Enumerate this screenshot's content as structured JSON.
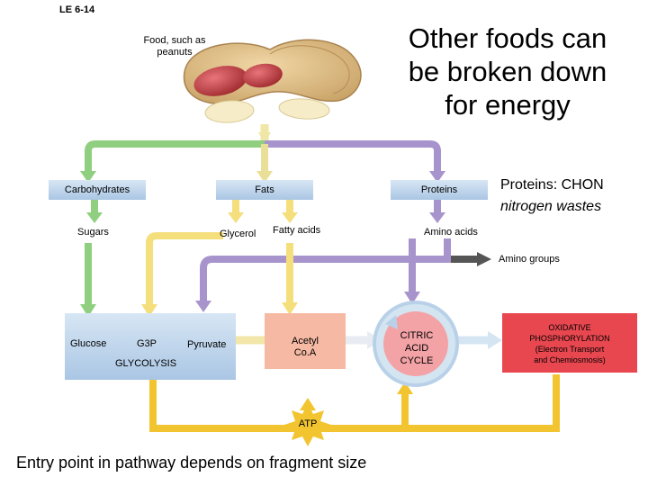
{
  "figure_label": "LE 6-14",
  "headline": [
    "Other foods can",
    "be broken down",
    "for energy"
  ],
  "food_caption": [
    "Food, such as",
    "peanuts"
  ],
  "macromolecules": {
    "carbohydrates": "Carbohydrates",
    "fats": "Fats",
    "proteins": "Proteins"
  },
  "proteins_note": {
    "line1": "Proteins: CHON",
    "line2": "nitrogen wastes"
  },
  "monomers": {
    "sugars": "Sugars",
    "glycerol": "Glycerol",
    "fatty_acids": "Fatty acids",
    "amino_acids": "Amino acids",
    "amino_groups": "Amino groups"
  },
  "glycolysis": {
    "glucose": "Glucose",
    "g3p": "G3P",
    "pyruvate": "Pyruvate",
    "label": "GLYCOLYSIS"
  },
  "acetyl_coa": [
    "Acetyl",
    "Co.A"
  ],
  "citric_acid_cycle": [
    "CITRIC",
    "ACID",
    "CYCLE"
  ],
  "oxidative": {
    "line1": "OXIDATIVE",
    "line2": "PHOSPHORYLATION",
    "line3": "(Electron Transport",
    "line4": "and Chemiosmosis)"
  },
  "atp": "ATP",
  "footer": "Entry point in pathway depends on fragment size",
  "colors": {
    "green": "#8fcf7f",
    "purple": "#a894cc",
    "yellow": "#f4df7c",
    "gold": "#f2c530",
    "blue_box": "#c9dcf0",
    "salmon": "#f6b9a3",
    "cycle_red": "#f3a3a6",
    "oxidative_red": "#e8474f",
    "gray_arrow": "#555555"
  },
  "icons": [
    "peanuts-illustration",
    "atp-starburst-icon",
    "cycle-arrow-icon"
  ]
}
